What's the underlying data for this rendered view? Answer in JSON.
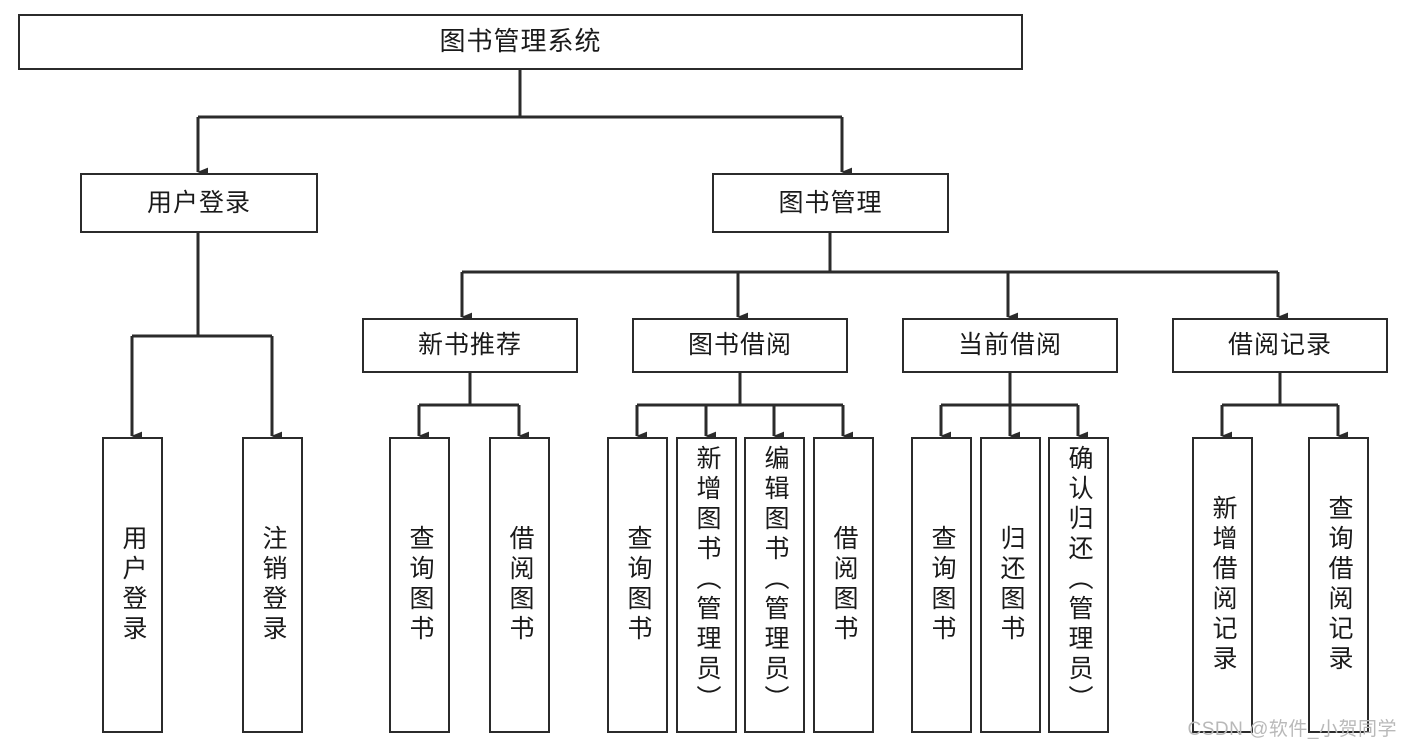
{
  "diagram": {
    "title": "图书管理系统",
    "type": "tree-hierarchy-chart",
    "colors": {
      "box_border": "#2b2b2b",
      "box_fill": "#ffffff",
      "edge": "#2b2b2b",
      "text": "#1a1a1a",
      "watermark": "#b9b9b9",
      "background": "#ffffff"
    },
    "levels": {
      "root_label": "图书管理系统",
      "level2_labels": [
        "用户登录",
        "图书管理"
      ],
      "level3_labels": [
        "新书推荐",
        "图书借阅",
        "当前借阅",
        "借阅记录"
      ]
    },
    "nodes": {
      "root": {
        "label": "图书管理系统"
      },
      "user_login": {
        "label": "用户登录"
      },
      "book_manage": {
        "label": "图书管理"
      },
      "new_book_rec": {
        "label": "新书推荐"
      },
      "book_borrow": {
        "label": "图书借阅"
      },
      "current_borrow": {
        "label": "当前借阅"
      },
      "borrow_record": {
        "label": "借阅记录"
      },
      "leaf_user_login": {
        "label": "用户登录"
      },
      "leaf_logout": {
        "label": "注销登录"
      },
      "leaf_query_book_1": {
        "label": "查询图书"
      },
      "leaf_borrow_book_1": {
        "label": "借阅图书"
      },
      "leaf_query_book_2": {
        "label": "查询图书"
      },
      "leaf_add_book": {
        "label": "新增图书（管理员）"
      },
      "leaf_edit_book": {
        "label": "编辑图书（管理员）"
      },
      "leaf_borrow_book_2": {
        "label": "借阅图书"
      },
      "leaf_query_book_3": {
        "label": "查询图书"
      },
      "leaf_return_book": {
        "label": "归还图书"
      },
      "leaf_confirm_return": {
        "label": "确认归还（管理员）"
      },
      "leaf_add_record": {
        "label": "新增借阅记录"
      },
      "leaf_query_record": {
        "label": "查询借阅记录"
      }
    },
    "edges": [
      {
        "from": "root",
        "to": "user_login"
      },
      {
        "from": "root",
        "to": "book_manage"
      },
      {
        "from": "user_login",
        "to": "leaf_user_login"
      },
      {
        "from": "user_login",
        "to": "leaf_logout"
      },
      {
        "from": "book_manage",
        "to": "new_book_rec"
      },
      {
        "from": "book_manage",
        "to": "book_borrow"
      },
      {
        "from": "book_manage",
        "to": "current_borrow"
      },
      {
        "from": "book_manage",
        "to": "borrow_record"
      },
      {
        "from": "new_book_rec",
        "to": "leaf_query_book_1"
      },
      {
        "from": "new_book_rec",
        "to": "leaf_borrow_book_1"
      },
      {
        "from": "book_borrow",
        "to": "leaf_query_book_2"
      },
      {
        "from": "book_borrow",
        "to": "leaf_add_book"
      },
      {
        "from": "book_borrow",
        "to": "leaf_edit_book"
      },
      {
        "from": "book_borrow",
        "to": "leaf_borrow_book_2"
      },
      {
        "from": "current_borrow",
        "to": "leaf_query_book_3"
      },
      {
        "from": "current_borrow",
        "to": "leaf_return_book"
      },
      {
        "from": "current_borrow",
        "to": "leaf_confirm_return"
      },
      {
        "from": "borrow_record",
        "to": "leaf_add_record"
      },
      {
        "from": "borrow_record",
        "to": "leaf_query_record"
      }
    ],
    "watermark": "CSDN @软件_小贺同学"
  }
}
